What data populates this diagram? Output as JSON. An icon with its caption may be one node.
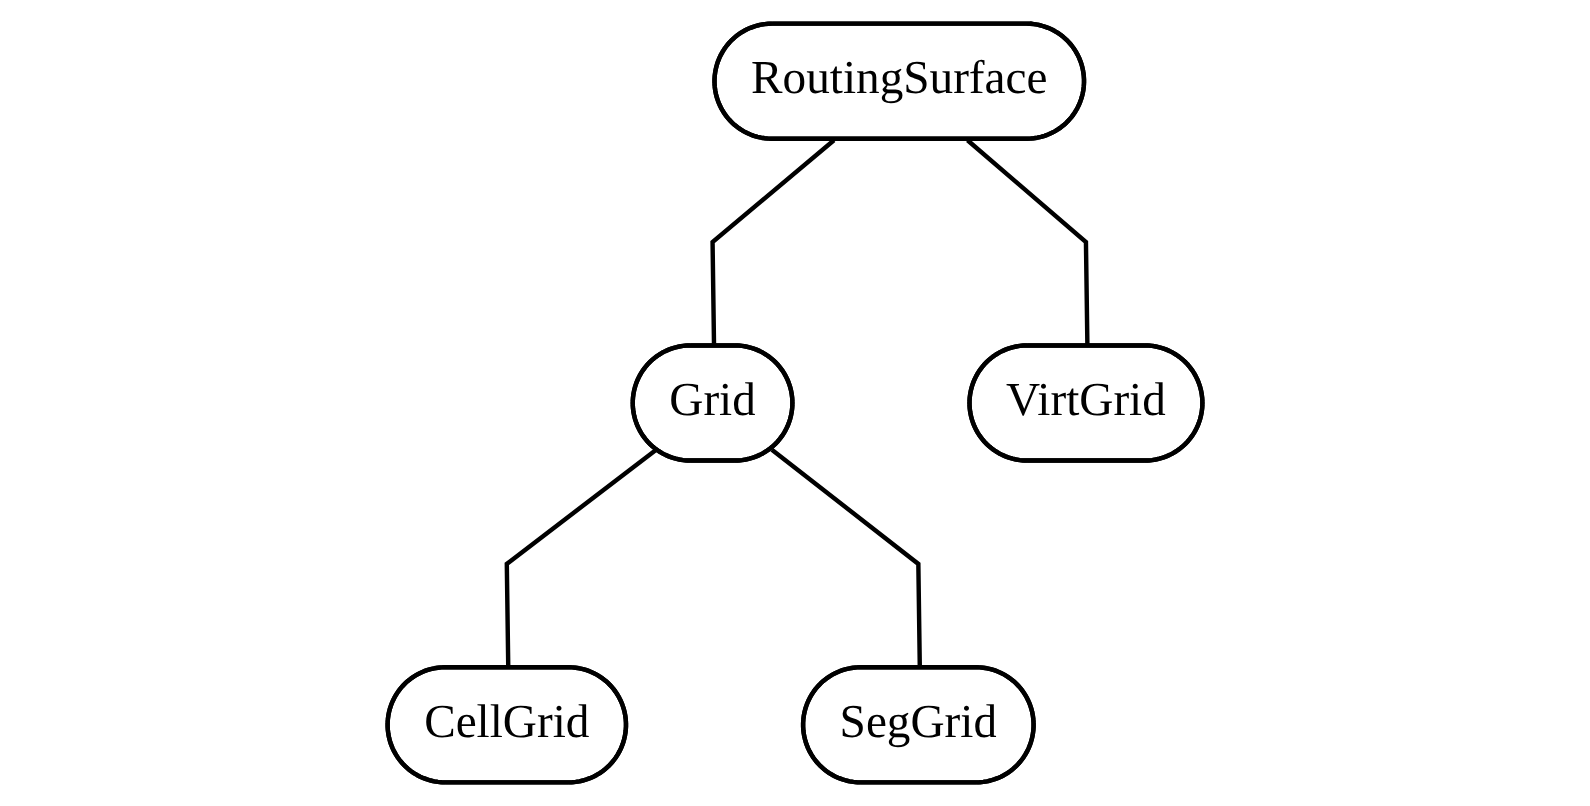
{
  "diagram": {
    "nodes": [
      {
        "text": [
          "RoutingSurface"
        ]
      },
      {
        "text": [
          "Grid"
        ]
      },
      {
        "text": [
          "VirtGrid"
        ]
      },
      {
        "text": [
          "CellGrid"
        ]
      },
      {
        "text": [
          "SegGrid"
        ]
      }
    ],
    "edges": [
      {
        "from": 0,
        "to": 1,
        "arrow": "none"
      },
      {
        "from": 0,
        "to": 2,
        "arrow": "none"
      },
      {
        "from": 1,
        "to": 3,
        "arrow": "none"
      },
      {
        "from": 1,
        "to": 4,
        "arrow": "none"
      }
    ]
  }
}
